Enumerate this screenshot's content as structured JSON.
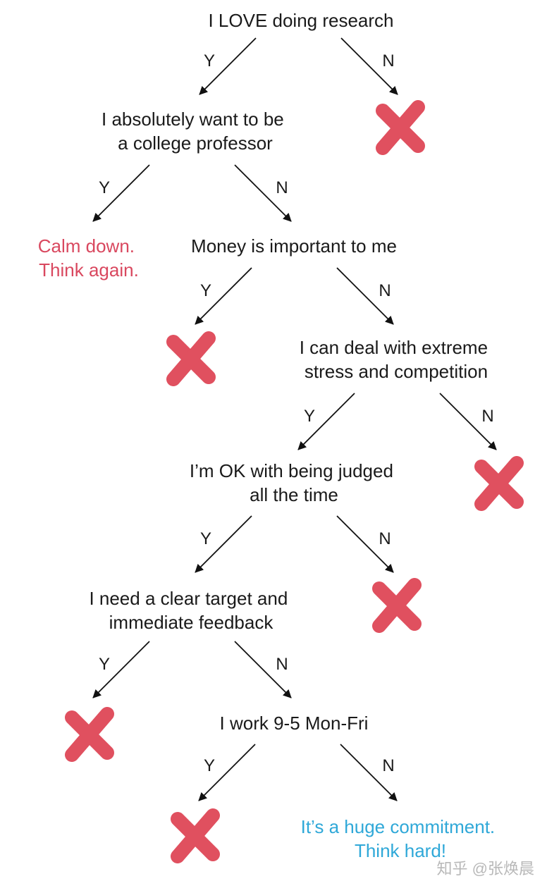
{
  "nodes": {
    "root": {
      "lines": [
        "I LOVE doing research"
      ]
    },
    "professor": {
      "lines": [
        "I absolutely want to be",
        "a college professor"
      ]
    },
    "calm": {
      "lines": [
        "Calm down.",
        "Think again."
      ]
    },
    "money": {
      "lines": [
        "Money is important to me"
      ]
    },
    "stress": {
      "lines": [
        "I can deal with extreme",
        "stress and competition"
      ]
    },
    "judged": {
      "lines": [
        "I’m OK with being judged",
        "all the time"
      ]
    },
    "target": {
      "lines": [
        "I need a clear target and",
        "immediate feedback"
      ]
    },
    "work": {
      "lines": [
        "I work 9-5 Mon-Fri"
      ]
    },
    "commit": {
      "lines": [
        "It’s a huge commitment.",
        "Think hard!"
      ]
    }
  },
  "edges": [
    {
      "id": "root-y",
      "label": "Y"
    },
    {
      "id": "root-n",
      "label": "N"
    },
    {
      "id": "prof-y",
      "label": "Y"
    },
    {
      "id": "prof-n",
      "label": "N"
    },
    {
      "id": "money-y",
      "label": "Y"
    },
    {
      "id": "money-n",
      "label": "N"
    },
    {
      "id": "stress-y",
      "label": "Y"
    },
    {
      "id": "stress-n",
      "label": "N"
    },
    {
      "id": "judged-y",
      "label": "Y"
    },
    {
      "id": "judged-n",
      "label": "N"
    },
    {
      "id": "target-y",
      "label": "Y"
    },
    {
      "id": "target-n",
      "label": "N"
    },
    {
      "id": "work-y",
      "label": "Y"
    },
    {
      "id": "work-n",
      "label": "N"
    }
  ],
  "colors": {
    "cross": "#e0505f",
    "warning_text": "#d9485f",
    "final_text": "#2fa8d8"
  },
  "watermark": "知乎 @张焕晨"
}
